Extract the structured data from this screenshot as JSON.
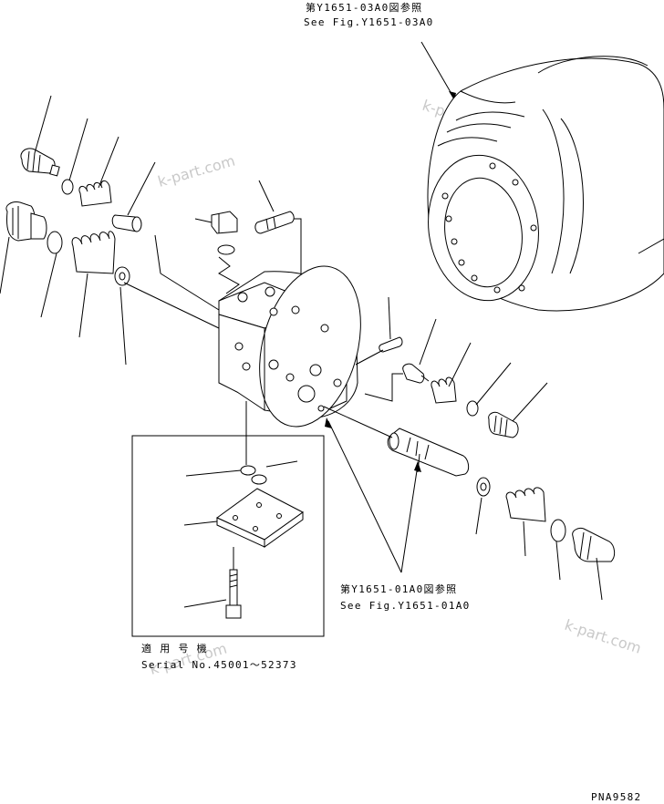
{
  "callouts": {
    "ref_top_jp": "第Y1651-03A0図参照",
    "ref_top_en": "See Fig.Y1651-03A0",
    "ref_mid_jp": "第Y1651-01A0図参照",
    "ref_mid_en": "See Fig.Y1651-01A0"
  },
  "serial": {
    "label_jp": "適 用 号 機",
    "range": "Serial No.45001～52373"
  },
  "page_code": "PNA9582",
  "watermarks": [
    "k-part.com",
    "k-part.com",
    "k-part.com",
    "k-part.com"
  ]
}
